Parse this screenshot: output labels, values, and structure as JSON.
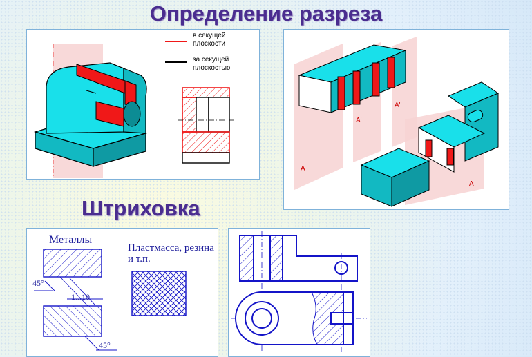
{
  "title_main": "Определение разреза",
  "title_hatching": "Штриховка",
  "legend": {
    "in_plane": "в секущей плоскости",
    "behind_plane": "за секущей плоскостью"
  },
  "plane_labels": {
    "a1": "А",
    "a2": "А'",
    "a3": "А''",
    "a4": "А"
  },
  "hatching": {
    "metals": "Металлы",
    "plastics": "Пластмасса, резина и т.п.",
    "angle_top": "45°",
    "spacing": "1...10",
    "angle_bottom": "45°"
  },
  "colors": {
    "cyan": "#19e0ea",
    "red": "#f01818",
    "plane": "#f3c3c3",
    "blue": "#1414c8"
  }
}
